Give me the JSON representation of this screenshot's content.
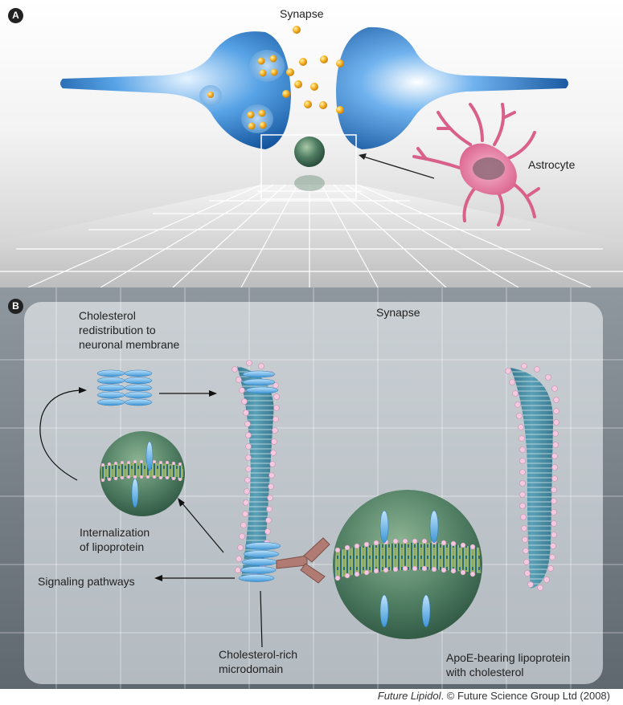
{
  "panel_a": {
    "letter": "A",
    "synapse_label": "Synapse",
    "astrocyte_label": "Astrocyte"
  },
  "panel_b": {
    "letter": "B",
    "synapse_label": "Synapse",
    "redistribution_label": "Cholesterol\nredistribution to\nneuronal membrane",
    "internalization_label": "Internalization\nof lipoprotein",
    "signaling_label": "Signaling pathways",
    "microdomain_label": "Cholesterol-rich\nmicrodomain",
    "lipoprotein_label": "ApoE-bearing lipoprotein\nwith cholesterol"
  },
  "footer": {
    "journal": "Future Lipidol",
    "rest": ". © Future Science Group Ltd (2008)"
  },
  "colors": {
    "neuron_blue": "#1f6fb8",
    "vesicle_orange": "#f2a81c",
    "astrocyte_pink": "#d9608a",
    "lipoprotein_green": "#4f7d62",
    "membrane_teal": "#3f7f94",
    "headgroup_pink": "#f4c9e0"
  }
}
